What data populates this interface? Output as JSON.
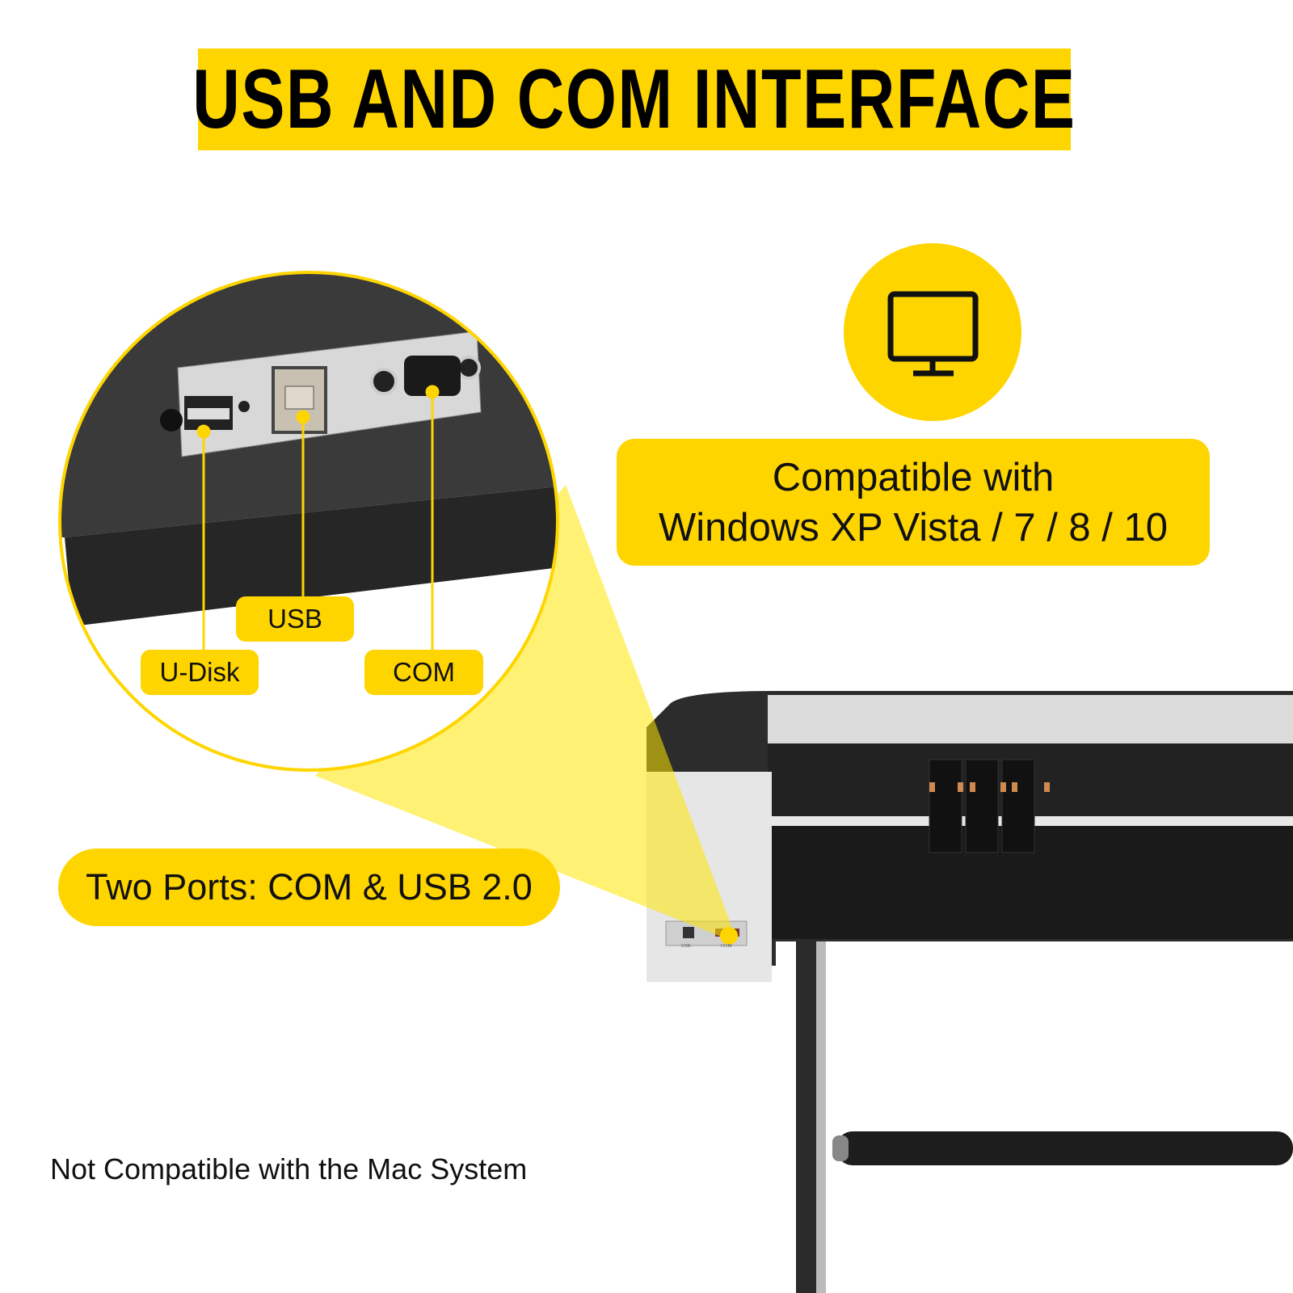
{
  "title": "USB AND COM INTERFACE",
  "compatibility": {
    "line1": "Compatible with",
    "line2": "Windows XP Vista / 7 / 8 / 10",
    "icon": "monitor-icon"
  },
  "callouts": {
    "usb": "USB",
    "udisk": "U-Disk",
    "com": "COM"
  },
  "ports_label": "Two Ports: COM & USB 2.0",
  "panel_labels": {
    "usb": "USB",
    "com": "COM"
  },
  "note": "Not Compatible with the Mac System",
  "colors": {
    "accent": "#FFD500",
    "text": "#111111",
    "machine_dark": "#2b2b2b",
    "machine_silver": "#d9d9d9"
  }
}
